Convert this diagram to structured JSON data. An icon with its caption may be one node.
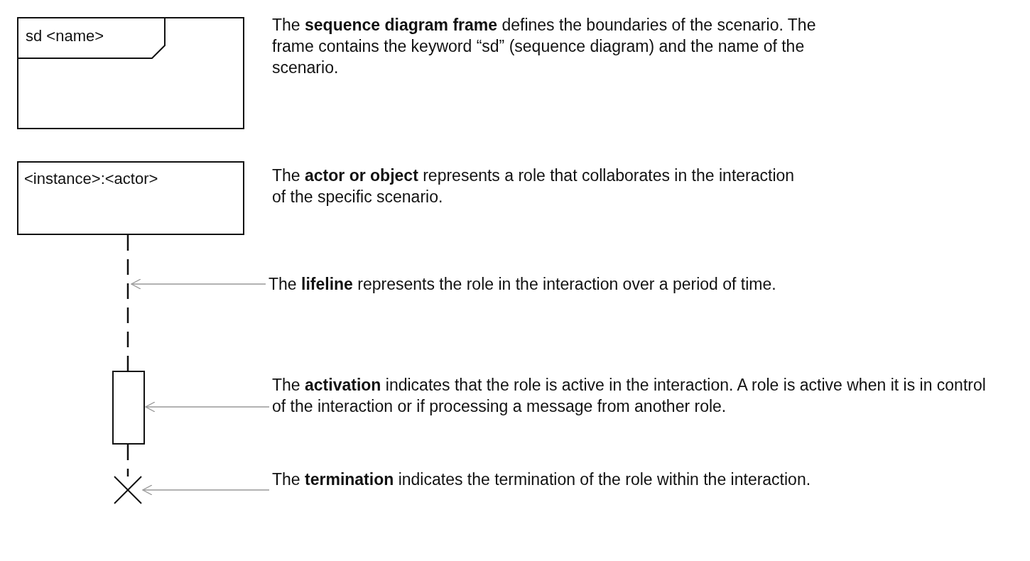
{
  "diagram": {
    "nodes": [
      {
        "text": [
          "sd <name>"
        ],
        "beside": [
          "The **sequence diagram frame** defines the boundaries of the scenario. The frame contains the keyword “sd” (sequence diagram) and the name of the scenario."
        ]
      },
      {
        "text": [
          "<instance>:<actor>"
        ],
        "beside": [
          "The **actor or object** represents a role that collaborates in the interaction of the specific scenario."
        ]
      },
      {
        "text": [],
        "shape": "line"
      },
      {
        "text": [
          "The **lifeline** represents the role in the interaction over a period of time."
        ]
      },
      {
        "text": [],
        "shape": "box"
      },
      {
        "text": [
          "The **activation** indicates that the role is active in the interaction. A role is active when it is in control of the interaction or if processing a message from another role."
        ]
      },
      {
        "text": [],
        "shape": "cross"
      },
      {
        "text": [
          "The **termination** indicates the termination of the role within the interaction."
        ]
      }
    ],
    "edges": [
      {
        "from": 3,
        "to": 2,
        "arrow": "to"
      },
      {
        "from": 5,
        "to": 4,
        "arrow": "to"
      },
      {
        "from": 7,
        "to": 6,
        "arrow": "to"
      }
    ]
  }
}
